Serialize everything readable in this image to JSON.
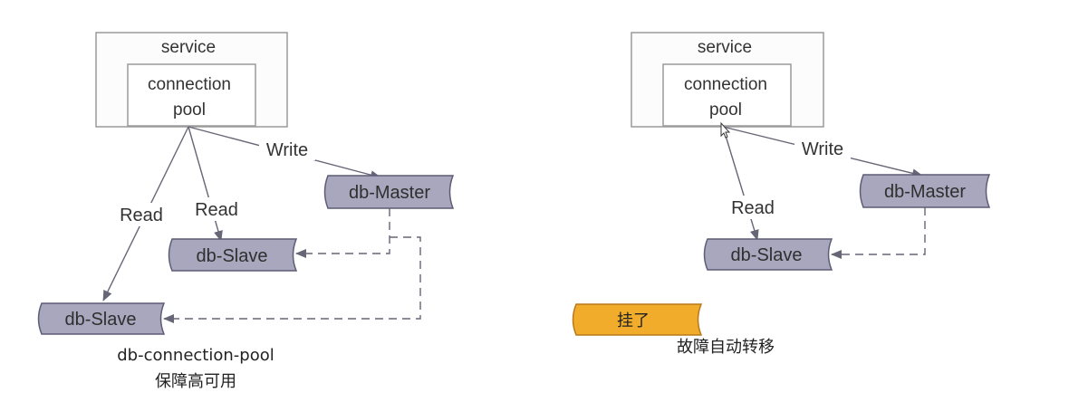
{
  "left": {
    "service_label": "service",
    "pool_label_line1": "connection",
    "pool_label_line2": "pool",
    "edge_write": "Write",
    "edge_read_a": "Read",
    "edge_read_b": "Read",
    "master_label": "db-Master",
    "slave_a_label": "db-Slave",
    "slave_b_label": "db-Slave",
    "caption_line1": "db-connection-pool",
    "caption_line2": "保障高可用"
  },
  "right": {
    "service_label": "service",
    "pool_label_line1": "connection",
    "pool_label_line2": "pool",
    "edge_write": "Write",
    "edge_read": "Read",
    "master_label": "db-Master",
    "slave_label": "db-Slave",
    "down_label": "挂了",
    "caption": "故障自动转移"
  },
  "colors": {
    "node_fill": "#a8a7bd",
    "node_stroke": "#5d5c75",
    "down_fill": "#f0ac2a",
    "down_stroke": "#b9781a",
    "box_stroke": "#9a9a9a",
    "line": "#666677"
  }
}
